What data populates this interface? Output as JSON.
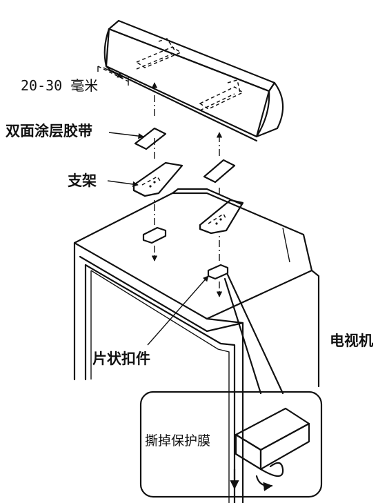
{
  "labels": {
    "width_range": "20-30 毫米",
    "double_sided_tape": "双面涂层胶带",
    "bracket": "支架",
    "tv": "电视机",
    "flat_fastener": "片状扣件",
    "peel_film": "撕掉保护膜"
  },
  "colors": {
    "line": "#111111",
    "speaker_grille": "#d9d9d9",
    "background": "#ffffff"
  }
}
